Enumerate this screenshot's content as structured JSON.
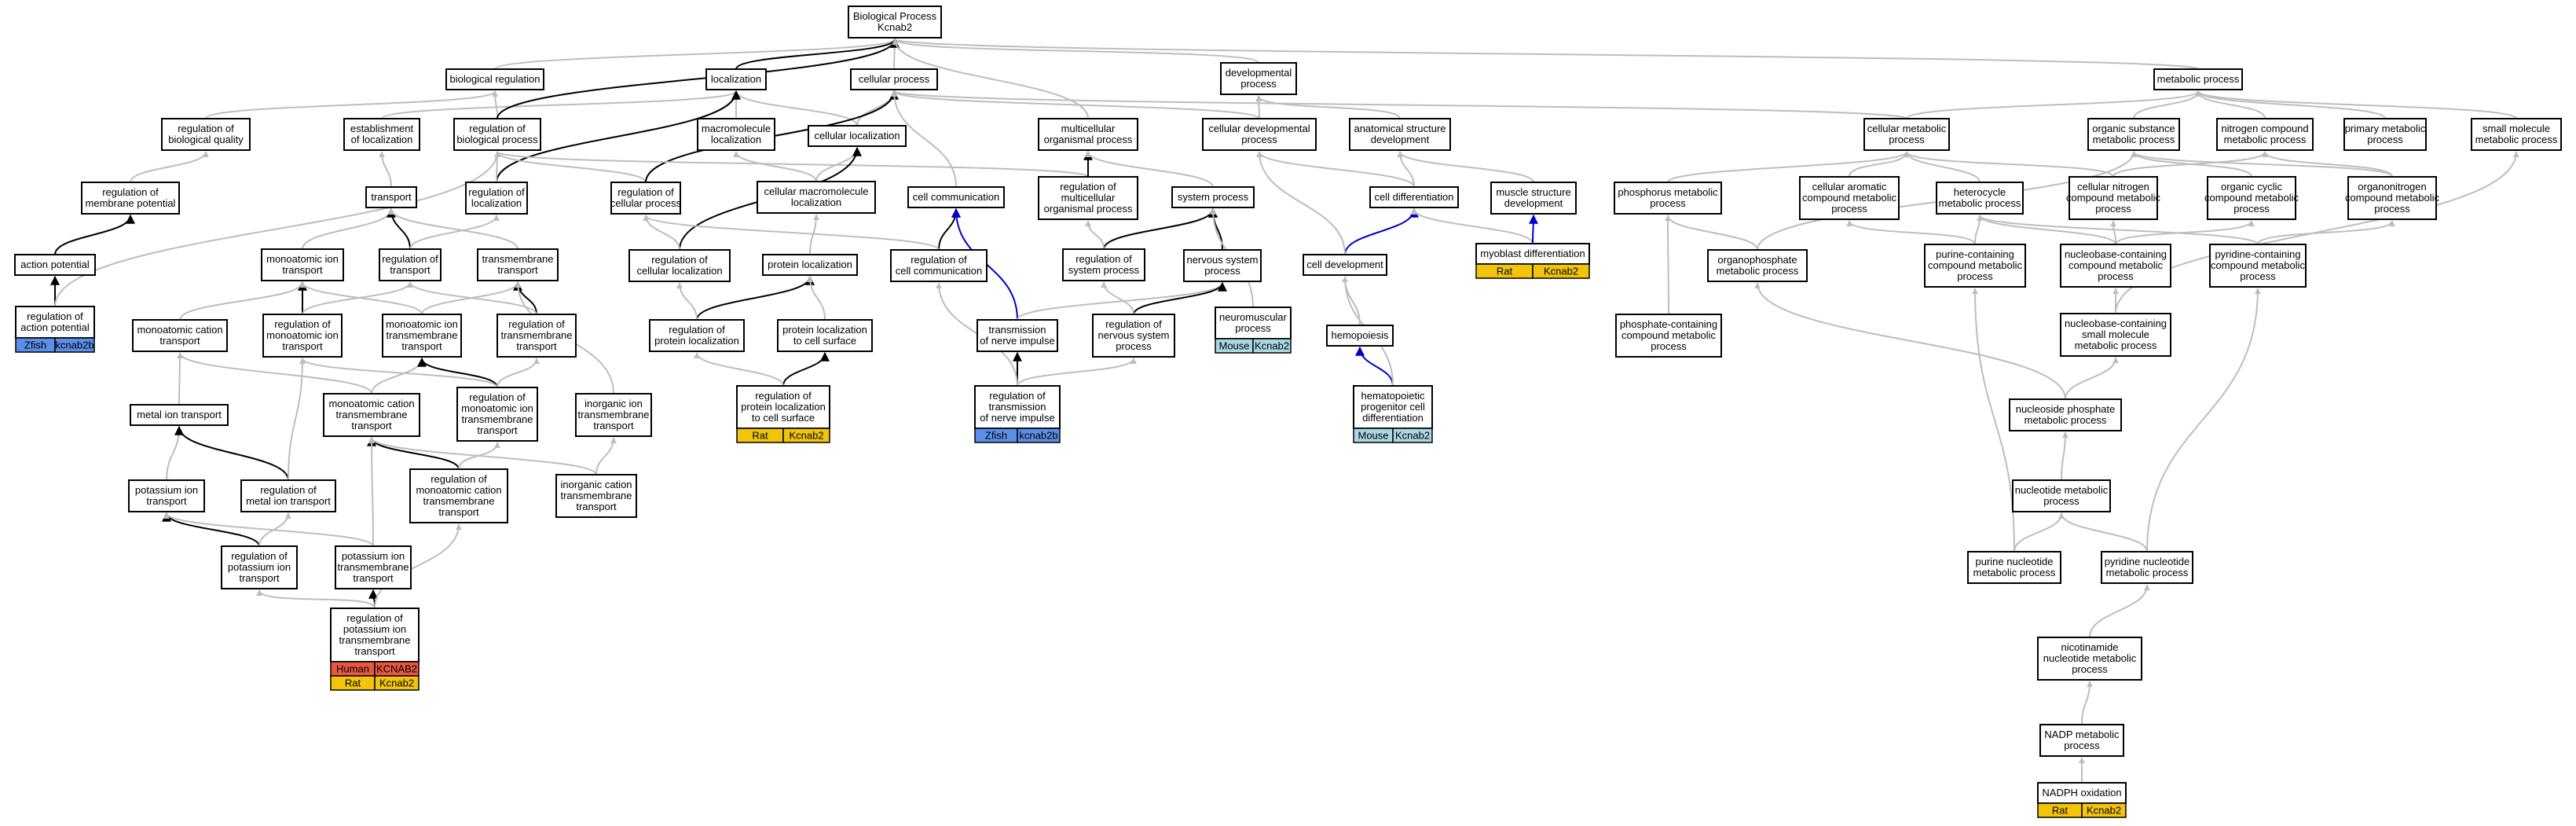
{
  "colors": {
    "is_a_edge": "#bdbdbd",
    "part_of_edge": "#000000",
    "regulates_edge": "#0000cc",
    "human": "#e8573f",
    "rat": "#f2c40c",
    "zfish": "#5b8fe8",
    "mouse": "#a8d6e3"
  },
  "nodes": [
    {
      "id": "bp",
      "lines": [
        "Biological Process",
        "Kcnab2"
      ]
    },
    {
      "id": "breg",
      "lines": [
        "biological regulation"
      ]
    },
    {
      "id": "loc",
      "lines": [
        "localization"
      ]
    },
    {
      "id": "cproc",
      "lines": [
        "cellular process"
      ]
    },
    {
      "id": "devp",
      "lines": [
        "developmental",
        "process"
      ]
    },
    {
      "id": "metp",
      "lines": [
        "metabolic process"
      ]
    },
    {
      "id": "rbq",
      "lines": [
        "regulation of",
        "biological quality"
      ]
    },
    {
      "id": "estloc",
      "lines": [
        "establishment",
        "of localization"
      ]
    },
    {
      "id": "rbp",
      "lines": [
        "regulation of",
        "biological process"
      ]
    },
    {
      "id": "macloc",
      "lines": [
        "macromolecule",
        "localization"
      ]
    },
    {
      "id": "cloc",
      "lines": [
        "cellular localization"
      ]
    },
    {
      "id": "mop",
      "lines": [
        "multicellular",
        "organismal process"
      ]
    },
    {
      "id": "cdp",
      "lines": [
        "cellular developmental",
        "process"
      ]
    },
    {
      "id": "asd",
      "lines": [
        "anatomical structure",
        "development"
      ]
    },
    {
      "id": "cmp",
      "lines": [
        "cellular metabolic",
        "process"
      ]
    },
    {
      "id": "osmp",
      "lines": [
        "organic substance",
        "metabolic process"
      ]
    },
    {
      "id": "ncmp",
      "lines": [
        "nitrogen compound",
        "metabolic process"
      ]
    },
    {
      "id": "pmp",
      "lines": [
        "primary metabolic",
        "process"
      ]
    },
    {
      "id": "smmp",
      "lines": [
        "small molecule",
        "metabolic process"
      ]
    },
    {
      "id": "rmp",
      "lines": [
        "regulation of",
        "membrane potential"
      ]
    },
    {
      "id": "transport",
      "lines": [
        "transport"
      ]
    },
    {
      "id": "rloc",
      "lines": [
        "regulation of",
        "localization"
      ]
    },
    {
      "id": "rcp",
      "lines": [
        "regulation of",
        "cellular process"
      ]
    },
    {
      "id": "cmloc",
      "lines": [
        "cellular macromolecule",
        "localization"
      ]
    },
    {
      "id": "ccomm",
      "lines": [
        "cell communication"
      ]
    },
    {
      "id": "rmop",
      "lines": [
        "regulation of",
        "multicellular",
        "organismal process"
      ]
    },
    {
      "id": "sysp",
      "lines": [
        "system process"
      ]
    },
    {
      "id": "cdiff",
      "lines": [
        "cell differentiation"
      ]
    },
    {
      "id": "msd",
      "lines": [
        "muscle structure",
        "development"
      ]
    },
    {
      "id": "phmp",
      "lines": [
        "phosphorus metabolic",
        "process"
      ]
    },
    {
      "id": "cacmp",
      "lines": [
        "cellular aromatic",
        "compound metabolic",
        "process"
      ]
    },
    {
      "id": "hetmp",
      "lines": [
        "heterocycle",
        "metabolic process"
      ]
    },
    {
      "id": "cncmp",
      "lines": [
        "cellular nitrogen",
        "compound metabolic",
        "process"
      ]
    },
    {
      "id": "occmp",
      "lines": [
        "organic cyclic",
        "compound metabolic",
        "process"
      ]
    },
    {
      "id": "orgncmp",
      "lines": [
        "organonitrogen",
        "compound metabolic",
        "process"
      ]
    },
    {
      "id": "ap",
      "lines": [
        "action potential"
      ]
    },
    {
      "id": "mit",
      "lines": [
        "monoatomic ion",
        "transport"
      ]
    },
    {
      "id": "rtr",
      "lines": [
        "regulation of",
        "transport"
      ]
    },
    {
      "id": "tmt",
      "lines": [
        "transmembrane",
        "transport"
      ]
    },
    {
      "id": "rcl",
      "lines": [
        "regulation of",
        "cellular localization"
      ]
    },
    {
      "id": "ploc",
      "lines": [
        "protein localization"
      ]
    },
    {
      "id": "rcc",
      "lines": [
        "regulation of",
        "cell communication"
      ]
    },
    {
      "id": "rsp",
      "lines": [
        "regulation of",
        "system process"
      ]
    },
    {
      "id": "nsp",
      "lines": [
        "nervous system",
        "process"
      ]
    },
    {
      "id": "cdev",
      "lines": [
        "cell development"
      ]
    },
    {
      "id": "myob",
      "lines": [
        "myoblast differentiation"
      ],
      "tags": [
        [
          "Rat",
          "Kcnab2"
        ]
      ]
    },
    {
      "id": "ophmp",
      "lines": [
        "organophosphate",
        "metabolic process"
      ]
    },
    {
      "id": "purcmp",
      "lines": [
        "purine-containing",
        "compound metabolic",
        "process"
      ]
    },
    {
      "id": "nbcmp",
      "lines": [
        "nucleobase-containing",
        "compound metabolic",
        "process"
      ]
    },
    {
      "id": "pyrcmp",
      "lines": [
        "pyridine-containing",
        "compound metabolic",
        "process"
      ]
    },
    {
      "id": "rap",
      "lines": [
        "regulation of",
        "action potential"
      ],
      "tags": [
        [
          "Zfish",
          "kcnab2b"
        ]
      ]
    },
    {
      "id": "mct",
      "lines": [
        "monoatomic cation",
        "transport"
      ]
    },
    {
      "id": "rmit",
      "lines": [
        "regulation of",
        "monoatomic ion",
        "transport"
      ]
    },
    {
      "id": "mitt",
      "lines": [
        "monoatomic ion",
        "transmembrane",
        "transport"
      ]
    },
    {
      "id": "rtmt",
      "lines": [
        "regulation of",
        "transmembrane",
        "transport"
      ]
    },
    {
      "id": "rploc",
      "lines": [
        "regulation of",
        "protein localization"
      ]
    },
    {
      "id": "plcs",
      "lines": [
        "protein localization",
        "to cell surface"
      ]
    },
    {
      "id": "tni",
      "lines": [
        "transmission",
        "of nerve impulse"
      ]
    },
    {
      "id": "rnsp",
      "lines": [
        "regulation of",
        "nervous system",
        "process"
      ]
    },
    {
      "id": "nmp",
      "lines": [
        "neuromuscular",
        "process"
      ],
      "tags": [
        [
          "Mouse",
          "Kcnab2"
        ]
      ]
    },
    {
      "id": "hemo",
      "lines": [
        "hemopoiesis"
      ]
    },
    {
      "id": "pccmp",
      "lines": [
        "phosphate-containing",
        "compound metabolic",
        "process"
      ]
    },
    {
      "id": "nbsmmp",
      "lines": [
        "nucleobase-containing",
        "small molecule",
        "metabolic process"
      ]
    },
    {
      "id": "mit2",
      "lines": [
        "metal ion transport"
      ]
    },
    {
      "id": "mctt",
      "lines": [
        "monoatomic cation",
        "transmembrane",
        "transport"
      ]
    },
    {
      "id": "rmitt",
      "lines": [
        "regulation of",
        "monoatomic ion",
        "transmembrane",
        "transport"
      ]
    },
    {
      "id": "iit",
      "lines": [
        "inorganic ion",
        "transmembrane",
        "transport"
      ]
    },
    {
      "id": "rplcs",
      "lines": [
        "regulation of",
        "protein localization",
        "to cell surface"
      ],
      "tags": [
        [
          "Rat",
          "Kcnab2"
        ]
      ]
    },
    {
      "id": "rtni",
      "lines": [
        "regulation of",
        "transmission",
        "of nerve impulse"
      ],
      "tags": [
        [
          "Zfish",
          "kcnab2b"
        ]
      ]
    },
    {
      "id": "hpcd",
      "lines": [
        "hematopoietic",
        "progenitor cell",
        "differentiation"
      ],
      "tags": [
        [
          "Mouse",
          "Kcnab2"
        ]
      ]
    },
    {
      "id": "nphmp",
      "lines": [
        "nucleoside phosphate",
        "metabolic process"
      ]
    },
    {
      "id": "pit",
      "lines": [
        "potassium ion",
        "transport"
      ]
    },
    {
      "id": "rmit2",
      "lines": [
        "regulation of",
        "metal ion transport"
      ]
    },
    {
      "id": "rmctt",
      "lines": [
        "regulation of",
        "monoatomic cation",
        "transmembrane",
        "transport"
      ]
    },
    {
      "id": "ict",
      "lines": [
        "inorganic cation",
        "transmembrane",
        "transport"
      ]
    },
    {
      "id": "ntmp",
      "lines": [
        "nucleotide metabolic",
        "process"
      ]
    },
    {
      "id": "rpit",
      "lines": [
        "regulation of",
        "potassium ion",
        "transport"
      ]
    },
    {
      "id": "pitt",
      "lines": [
        "potassium ion",
        "transmembrane",
        "transport"
      ]
    },
    {
      "id": "pnmp",
      "lines": [
        "purine nucleotide",
        "metabolic process"
      ]
    },
    {
      "id": "pyrnmp",
      "lines": [
        "pyridine nucleotide",
        "metabolic process"
      ]
    },
    {
      "id": "rpitt",
      "lines": [
        "regulation of",
        "potassium ion",
        "transmembrane",
        "transport"
      ],
      "tags": [
        [
          "Human",
          "KCNAB2"
        ],
        [
          "Rat",
          "Kcnab2"
        ]
      ]
    },
    {
      "id": "nam",
      "lines": [
        "nicotinamide",
        "nucleotide metabolic",
        "process"
      ]
    },
    {
      "id": "nadp",
      "lines": [
        "NADP metabolic",
        "process"
      ]
    },
    {
      "id": "nadpox",
      "lines": [
        "NADPH oxidation"
      ],
      "tags": [
        [
          "Rat",
          "Kcnab2"
        ]
      ]
    }
  ],
  "edges": [
    [
      "breg",
      "bp",
      "is_a"
    ],
    [
      "loc",
      "bp",
      "part"
    ],
    [
      "cproc",
      "bp",
      "is_a"
    ],
    [
      "devp",
      "bp",
      "is_a"
    ],
    [
      "metp",
      "bp",
      "is_a"
    ],
    [
      "rbq",
      "breg",
      "is_a"
    ],
    [
      "rbp",
      "breg",
      "is_a"
    ],
    [
      "estloc",
      "loc",
      "is_a"
    ],
    [
      "macloc",
      "loc",
      "is_a"
    ],
    [
      "cloc",
      "loc",
      "is_a"
    ],
    [
      "cloc",
      "cproc",
      "is_a"
    ],
    [
      "rbp",
      "bp",
      "part"
    ],
    [
      "mop",
      "bp",
      "is_a"
    ],
    [
      "cdp",
      "cproc",
      "is_a"
    ],
    [
      "cdp",
      "devp",
      "is_a"
    ],
    [
      "asd",
      "devp",
      "is_a"
    ],
    [
      "cmp",
      "cproc",
      "is_a"
    ],
    [
      "cmp",
      "metp",
      "is_a"
    ],
    [
      "osmp",
      "metp",
      "is_a"
    ],
    [
      "ncmp",
      "metp",
      "is_a"
    ],
    [
      "pmp",
      "metp",
      "is_a"
    ],
    [
      "smmp",
      "metp",
      "is_a"
    ],
    [
      "rmp",
      "rbq",
      "is_a"
    ],
    [
      "transport",
      "estloc",
      "is_a"
    ],
    [
      "rloc",
      "loc",
      "part"
    ],
    [
      "rloc",
      "rbp",
      "is_a"
    ],
    [
      "rcp",
      "rbp",
      "is_a"
    ],
    [
      "rcp",
      "cproc",
      "part"
    ],
    [
      "cmloc",
      "macloc",
      "is_a"
    ],
    [
      "cmloc",
      "cloc",
      "is_a"
    ],
    [
      "ccomm",
      "cproc",
      "is_a"
    ],
    [
      "rmop",
      "rbp",
      "is_a"
    ],
    [
      "rmop",
      "mop",
      "part"
    ],
    [
      "sysp",
      "mop",
      "is_a"
    ],
    [
      "cdiff",
      "cdp",
      "is_a"
    ],
    [
      "cdiff",
      "asd",
      "is_a"
    ],
    [
      "msd",
      "asd",
      "is_a"
    ],
    [
      "phmp",
      "cmp",
      "is_a"
    ],
    [
      "cacmp",
      "cmp",
      "is_a"
    ],
    [
      "hetmp",
      "cmp",
      "is_a"
    ],
    [
      "cncmp",
      "cmp",
      "is_a"
    ],
    [
      "cncmp",
      "ncmp",
      "is_a"
    ],
    [
      "occmp",
      "osmp",
      "is_a"
    ],
    [
      "orgncmp",
      "ncmp",
      "is_a"
    ],
    [
      "orgncmp",
      "osmp",
      "is_a"
    ],
    [
      "ap",
      "rmp",
      "part"
    ],
    [
      "mit",
      "transport",
      "is_a"
    ],
    [
      "rtr",
      "transport",
      "part"
    ],
    [
      "rtr",
      "rloc",
      "is_a"
    ],
    [
      "tmt",
      "transport",
      "is_a"
    ],
    [
      "rcl",
      "cloc",
      "part"
    ],
    [
      "rcl",
      "rcp",
      "is_a"
    ],
    [
      "ploc",
      "cmloc",
      "is_a"
    ],
    [
      "rcc",
      "ccomm",
      "part"
    ],
    [
      "rcc",
      "rcp",
      "is_a"
    ],
    [
      "rsp",
      "sysp",
      "part"
    ],
    [
      "rsp",
      "rmop",
      "is_a"
    ],
    [
      "nsp",
      "sysp",
      "part"
    ],
    [
      "cdev",
      "cdiff",
      "regulates"
    ],
    [
      "cdev",
      "cdp",
      "is_a"
    ],
    [
      "myob",
      "cdiff",
      "is_a"
    ],
    [
      "myob",
      "msd",
      "regulates"
    ],
    [
      "ophmp",
      "phmp",
      "is_a"
    ],
    [
      "ophmp",
      "osmp",
      "is_a"
    ],
    [
      "purcmp",
      "hetmp",
      "is_a"
    ],
    [
      "purcmp",
      "cacmp",
      "is_a"
    ],
    [
      "nbcmp",
      "hetmp",
      "is_a"
    ],
    [
      "nbcmp",
      "cncmp",
      "is_a"
    ],
    [
      "nbcmp",
      "occmp",
      "is_a"
    ],
    [
      "pyrcmp",
      "hetmp",
      "is_a"
    ],
    [
      "pyrcmp",
      "orgncmp",
      "is_a"
    ],
    [
      "rap",
      "ap",
      "part"
    ],
    [
      "rap",
      "rbp",
      "is_a"
    ],
    [
      "mct",
      "mit",
      "is_a"
    ],
    [
      "rmit",
      "mit",
      "part"
    ],
    [
      "rmit",
      "rtr",
      "is_a"
    ],
    [
      "mitt",
      "mit",
      "is_a"
    ],
    [
      "mitt",
      "tmt",
      "is_a"
    ],
    [
      "rtmt",
      "tmt",
      "part"
    ],
    [
      "rtmt",
      "rtr",
      "is_a"
    ],
    [
      "rploc",
      "ploc",
      "part"
    ],
    [
      "rploc",
      "rcl",
      "is_a"
    ],
    [
      "plcs",
      "ploc",
      "is_a"
    ],
    [
      "tni",
      "ccomm",
      "regulates"
    ],
    [
      "tni",
      "nsp",
      "is_a"
    ],
    [
      "rnsp",
      "nsp",
      "part"
    ],
    [
      "rnsp",
      "rsp",
      "is_a"
    ],
    [
      "nmp",
      "sysp",
      "is_a"
    ],
    [
      "hemo",
      "cdev",
      "is_a"
    ],
    [
      "pccmp",
      "phmp",
      "is_a"
    ],
    [
      "nbsmmp",
      "nbcmp",
      "is_a"
    ],
    [
      "nbsmmp",
      "smmp",
      "is_a"
    ],
    [
      "mit2",
      "mct",
      "is_a"
    ],
    [
      "mctt",
      "mct",
      "is_a"
    ],
    [
      "mctt",
      "mitt",
      "is_a"
    ],
    [
      "rmitt",
      "mitt",
      "part"
    ],
    [
      "rmitt",
      "rmit",
      "is_a"
    ],
    [
      "rmitt",
      "rtmt",
      "is_a"
    ],
    [
      "iit",
      "tmt",
      "is_a"
    ],
    [
      "rplcs",
      "plcs",
      "part"
    ],
    [
      "rplcs",
      "rploc",
      "is_a"
    ],
    [
      "rtni",
      "tni",
      "part"
    ],
    [
      "rtni",
      "rcc",
      "is_a"
    ],
    [
      "rtni",
      "rnsp",
      "is_a"
    ],
    [
      "hpcd",
      "hemo",
      "regulates"
    ],
    [
      "hpcd",
      "cdev",
      "is_a"
    ],
    [
      "nphmp",
      "nbsmmp",
      "is_a"
    ],
    [
      "nphmp",
      "ophmp",
      "is_a"
    ],
    [
      "pit",
      "mit2",
      "is_a"
    ],
    [
      "rmit2",
      "mit2",
      "part"
    ],
    [
      "rmit2",
      "rmit",
      "is_a"
    ],
    [
      "rmctt",
      "mctt",
      "part"
    ],
    [
      "rmctt",
      "rmitt",
      "is_a"
    ],
    [
      "ict",
      "iit",
      "is_a"
    ],
    [
      "ict",
      "mctt",
      "is_a"
    ],
    [
      "ntmp",
      "nphmp",
      "is_a"
    ],
    [
      "rpit",
      "pit",
      "part"
    ],
    [
      "rpit",
      "rmit2",
      "is_a"
    ],
    [
      "pitt",
      "pit",
      "is_a"
    ],
    [
      "pitt",
      "mctt",
      "is_a"
    ],
    [
      "pnmp",
      "ntmp",
      "is_a"
    ],
    [
      "pnmp",
      "purcmp",
      "is_a"
    ],
    [
      "pyrnmp",
      "ntmp",
      "is_a"
    ],
    [
      "pyrnmp",
      "pyrcmp",
      "is_a"
    ],
    [
      "rpitt",
      "pitt",
      "part"
    ],
    [
      "rpitt",
      "rpit",
      "is_a"
    ],
    [
      "rpitt",
      "rmctt",
      "is_a"
    ],
    [
      "nam",
      "pyrnmp",
      "is_a"
    ],
    [
      "nadp",
      "nam",
      "is_a"
    ],
    [
      "nadpox",
      "nadp",
      "is_a"
    ]
  ]
}
